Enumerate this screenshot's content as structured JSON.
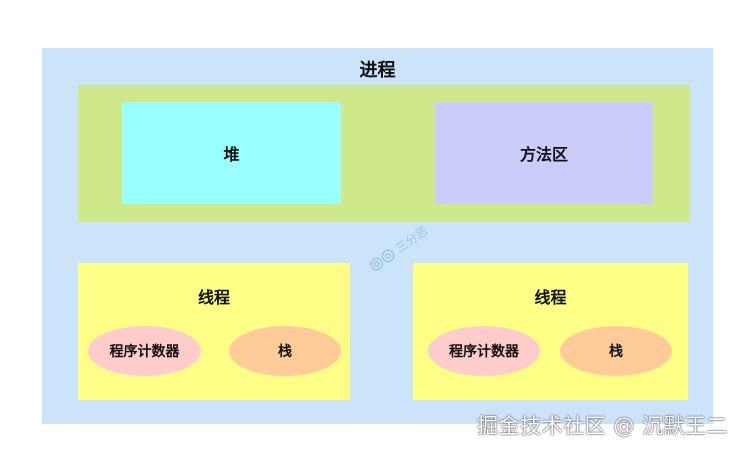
{
  "process": {
    "title": "进程",
    "color": "#cce4fa"
  },
  "shared_area": {
    "color": "#cfe88c",
    "heap": {
      "label": "堆",
      "color": "#99ffff"
    },
    "method_area": {
      "label": "方法区",
      "color": "#ccccfa"
    }
  },
  "threads": [
    {
      "title": "线程",
      "color": "#ffff88",
      "pc": {
        "label": "程序计数器",
        "color": "#ffcccc"
      },
      "stack": {
        "label": "栈",
        "color": "#ffcc99"
      }
    },
    {
      "title": "线程",
      "color": "#ffff88",
      "pc": {
        "label": "程序计数器",
        "color": "#ffcccc"
      },
      "stack": {
        "label": "栈",
        "color": "#ffcc99"
      }
    }
  ],
  "watermark": {
    "text": "三分恶"
  },
  "footer": {
    "text": "掘金技术社区 @ 沉默王二"
  }
}
